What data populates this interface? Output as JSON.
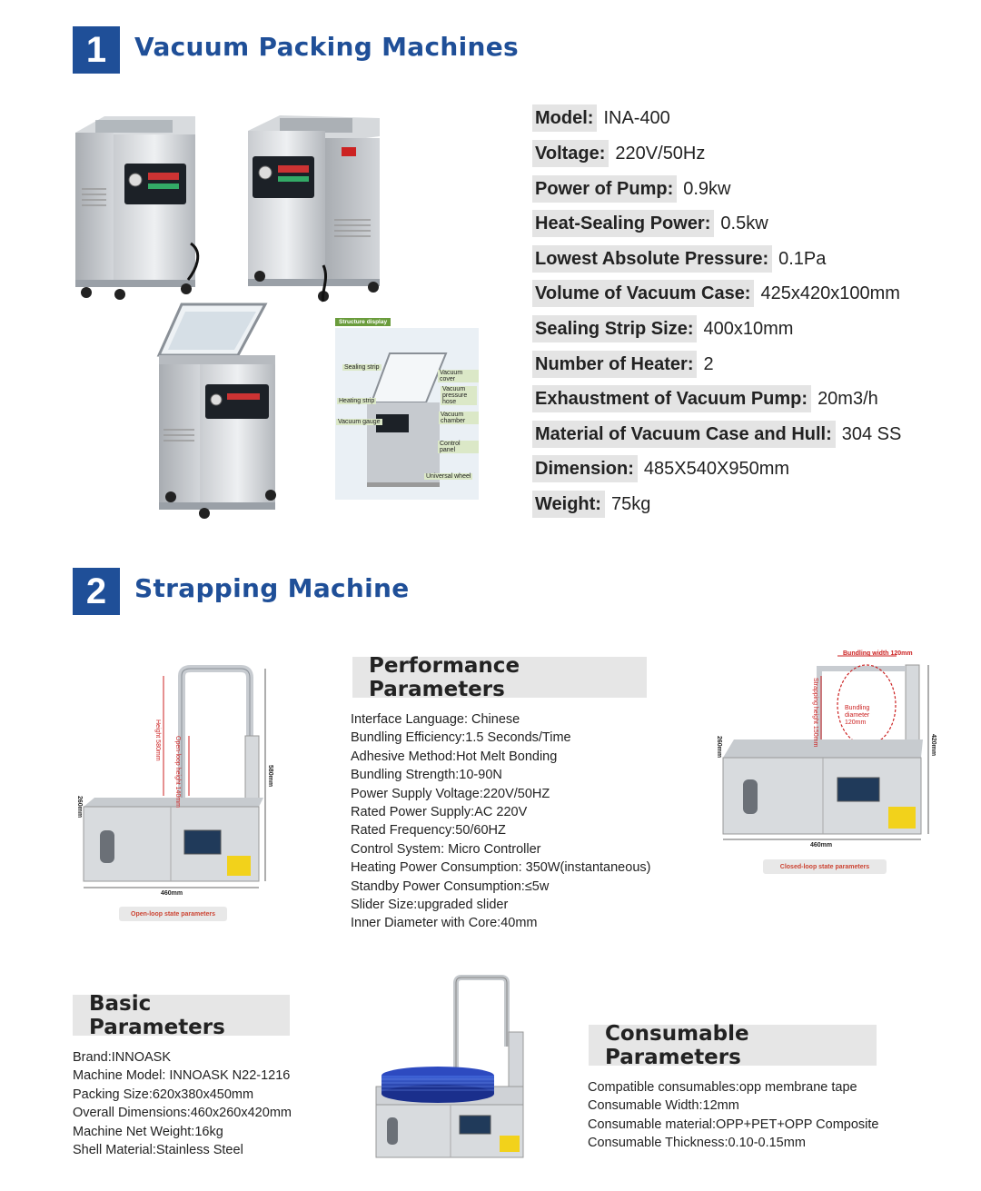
{
  "section1": {
    "number": "1",
    "title": "Vacuum Packing Machines",
    "structure_label": "Structure display",
    "diagram_labels": [
      "Sealing strip",
      "Vacuum cover",
      "Vacuum pressure hose",
      "Heating strip",
      "Vacuum gauge",
      "Vacuum chamber",
      "Control panel",
      "Universal wheel"
    ],
    "specs": [
      {
        "label": "Model:",
        "value": "INA-400"
      },
      {
        "label": "Voltage:",
        "value": "220V/50Hz"
      },
      {
        "label": "Power of Pump:",
        "value": "0.9kw"
      },
      {
        "label": "Heat-Sealing Power:",
        "value": "0.5kw"
      },
      {
        "label": "Lowest Absolute Pressure:",
        "value": "0.1Pa"
      },
      {
        "label": "Volume of Vacuum Case:",
        "value": "425x420x100mm"
      },
      {
        "label": "Sealing Strip Size:",
        "value": "400x10mm"
      },
      {
        "label": "Number of Heater:",
        "value": "2"
      },
      {
        "label": "Exhaustment of Vacuum Pump:",
        "value": "20m3/h"
      },
      {
        "label": "Material of Vacuum Case and Hull:",
        "value": "304 SS"
      },
      {
        "label": "Dimension:",
        "value": "485X540X950mm"
      },
      {
        "label": "Weight:",
        "value": "75kg"
      }
    ]
  },
  "section2": {
    "number": "2",
    "title": "Strapping Machine",
    "open_diagram": {
      "height_label": "Height 580mm",
      "strap_label": "Open-loop height 140mm",
      "width_label": "460mm",
      "depth_label": "260mm",
      "total_label": "580mm",
      "caption": "Open-loop state parameters"
    },
    "closed_diagram": {
      "bundling_width_label": "Bundling width 120mm",
      "strap_height_label": "Strapping height 150mm",
      "diameter_label": "Bundling diameter 120mm",
      "width_label": "460mm",
      "depth_label": "260mm",
      "height_label": "420mm",
      "caption": "Closed-loop state parameters"
    },
    "performance": {
      "title": "Performance Parameters",
      "items": [
        "Interface Language: Chinese",
        "Bundling Efficiency:1.5 Seconds/Time",
        "Adhesive Method:Hot Melt Bonding",
        "Bundling Strength:10-90N",
        "Power Supply Voltage:220V/50HZ",
        "Rated Power Supply:AC 220V",
        "Rated Frequency:50/60HZ",
        "Control System: Micro Controller",
        "Heating Power Consumption: 350W(instantaneous)",
        "Standby Power Consumption:≤5w",
        "Slider Size:upgraded slider",
        "Inner Diameter with Core:40mm"
      ]
    },
    "basic": {
      "title": "Basic Parameters",
      "items": [
        "Brand:INNOASK",
        "Machine Model: INNOASK N22-1216",
        "Packing Size:620x380x450mm",
        "Overall Dimensions:460x260x420mm",
        "Machine Net Weight:16kg",
        "Shell Material:Stainless Steel"
      ]
    },
    "consumable": {
      "title": "Consumable Parameters",
      "items": [
        "Compatible consumables:opp membrane tape",
        "Consumable Width:12mm",
        "Consumable material:OPP+PET+OPP Composite",
        "Consumable Thickness:0.10-0.15mm"
      ]
    }
  },
  "colors": {
    "accent": "#1f4f98",
    "label_bg": "#e4e4e4",
    "dimension_red": "#c22222"
  }
}
